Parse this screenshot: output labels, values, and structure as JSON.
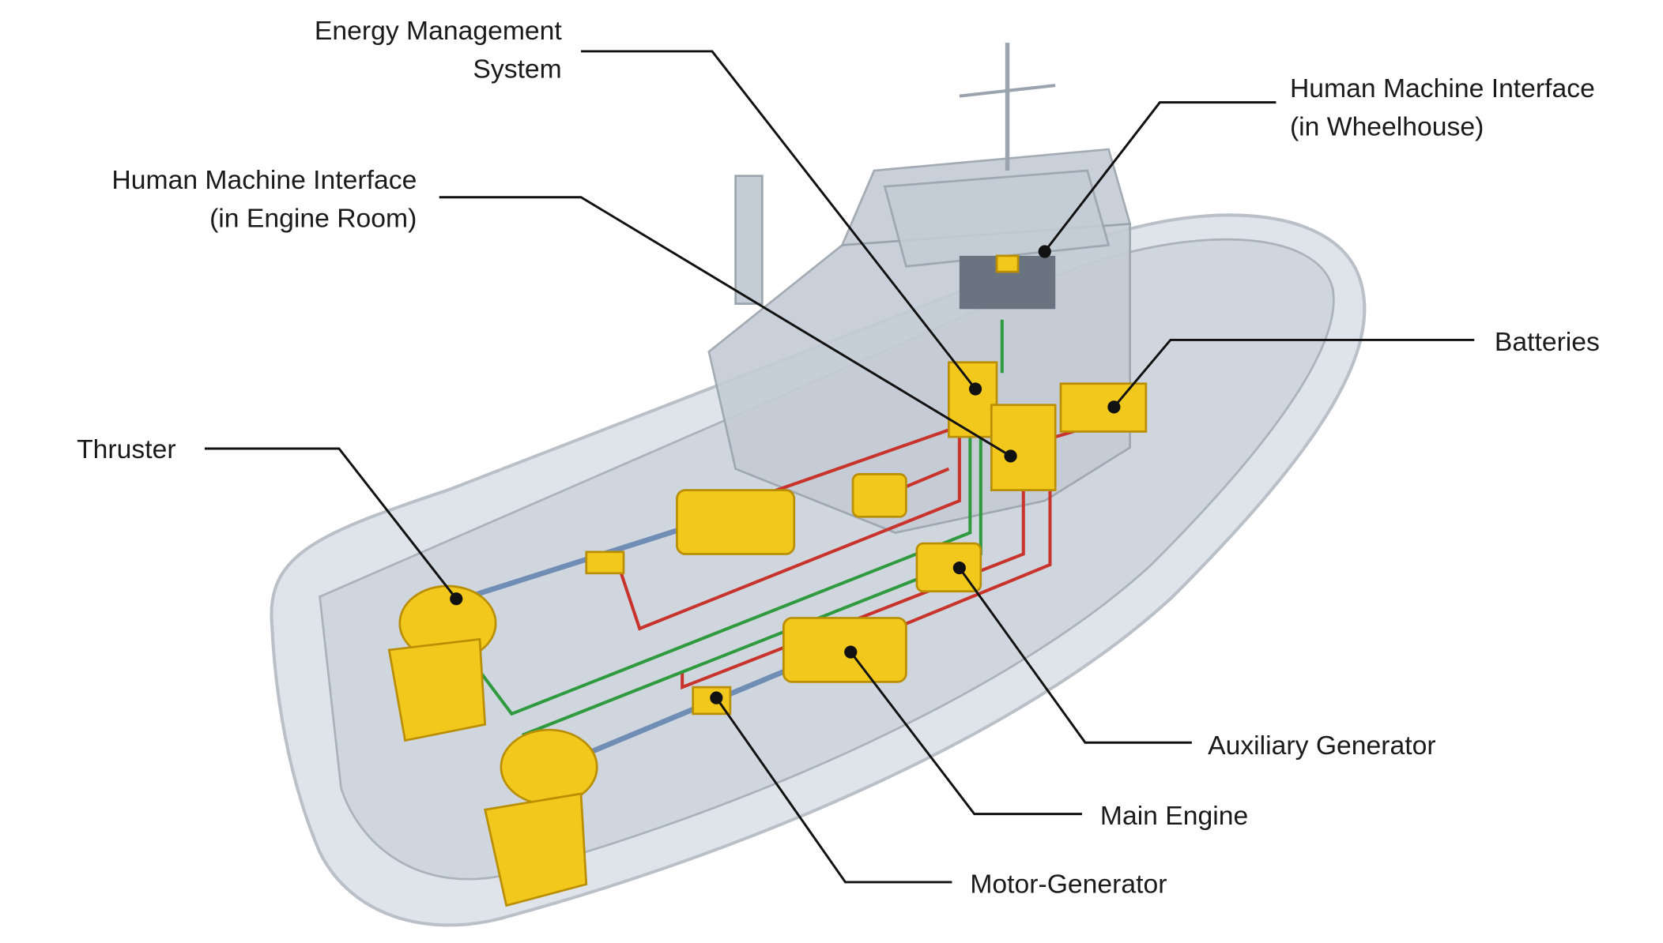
{
  "labels": {
    "energy_management": [
      "Energy Management",
      "System"
    ],
    "hmi_engine_room": [
      "Human Machine Interface",
      "(in Engine Room)"
    ],
    "hmi_wheelhouse": [
      "Human Machine Interface",
      "(in Wheelhouse)"
    ],
    "batteries": "Batteries",
    "thruster": "Thruster",
    "auxiliary_generator": "Auxiliary Generator",
    "main_engine": "Main Engine",
    "motor_generator": "Motor-Generator"
  },
  "colors": {
    "component": "#f2c81c",
    "power_cable": "#c8332b",
    "control_cable": "#2f9a3e",
    "shaft": "#6f8db5",
    "hull": "#dfe4ea"
  }
}
